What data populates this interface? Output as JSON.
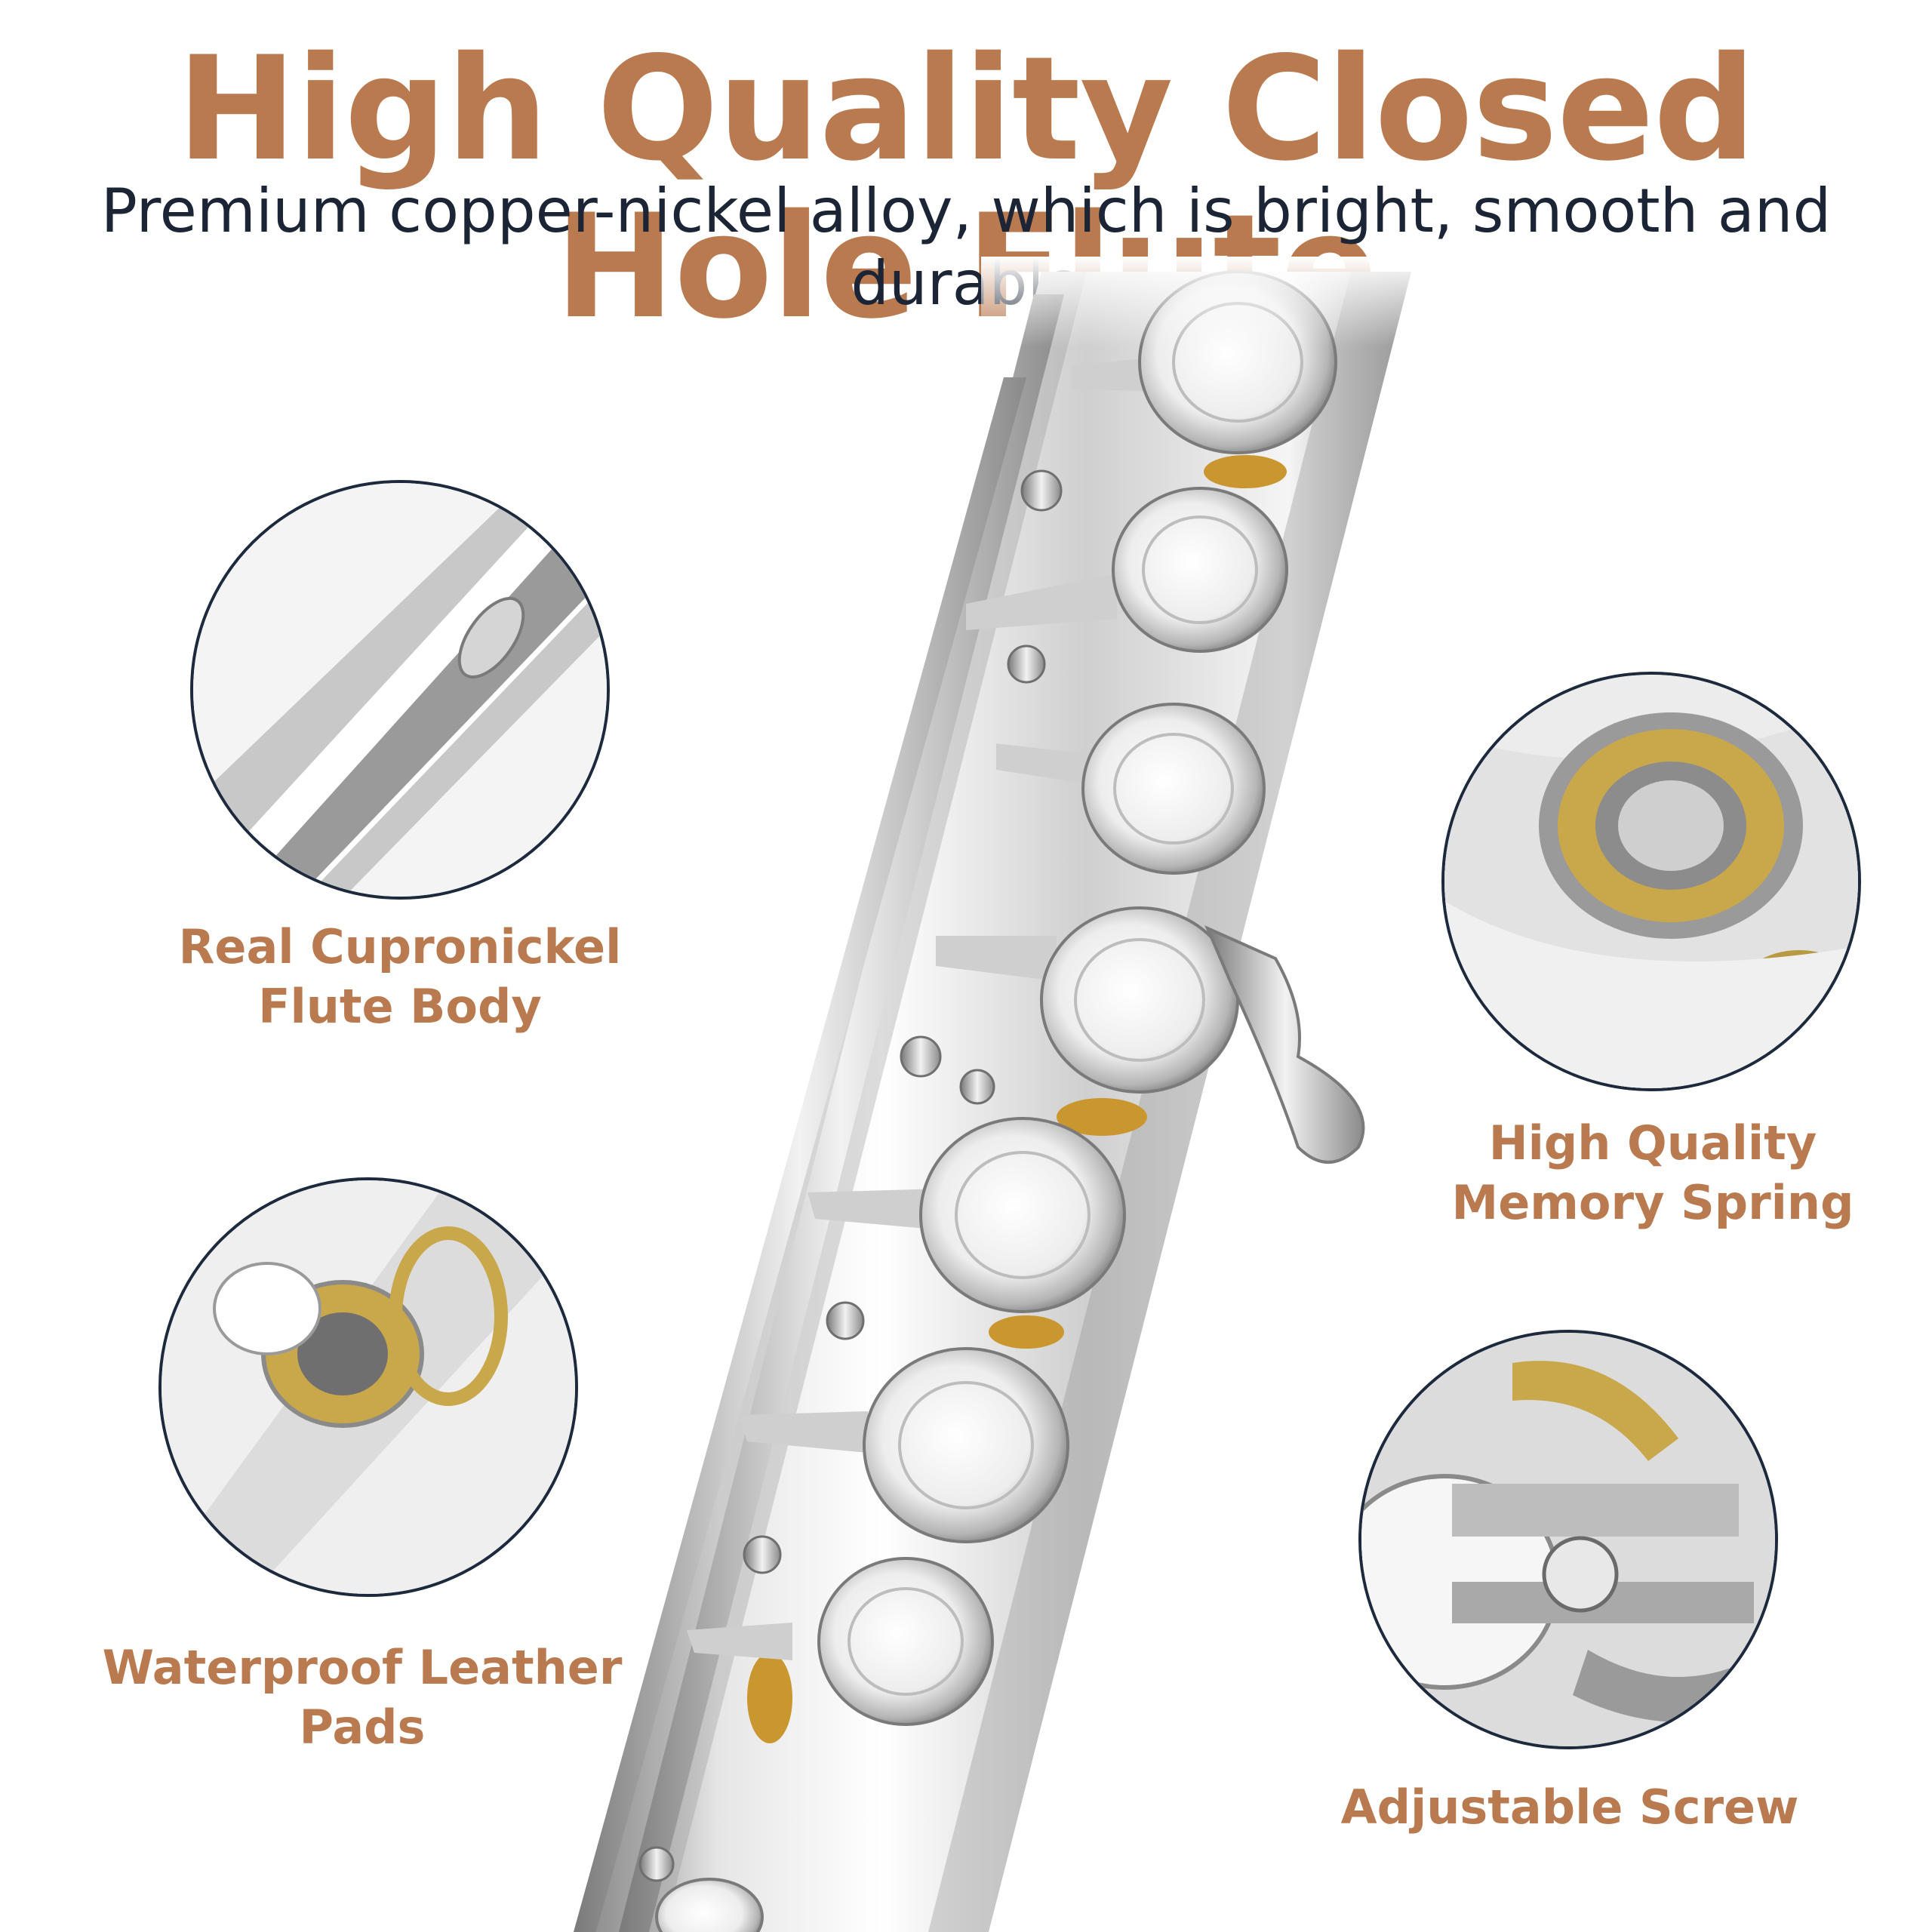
{
  "header": {
    "title": "High Quality Closed Hole Flute",
    "subtitle": "Premium copper-nickel alloy, which is bright, smooth and durable"
  },
  "features": [
    {
      "line1": "Real Cupronickel",
      "line2": "Flute Body"
    },
    {
      "line1": "High Quality",
      "line2": "Memory Spring"
    },
    {
      "line1": "Waterproof Leather Pads",
      "line2": ""
    },
    {
      "line1": "Adjustable Screw",
      "line2": ""
    }
  ],
  "colors": {
    "accent": "#b97a4f",
    "text": "#1c2536",
    "circle_border": "#1d2a3d"
  }
}
